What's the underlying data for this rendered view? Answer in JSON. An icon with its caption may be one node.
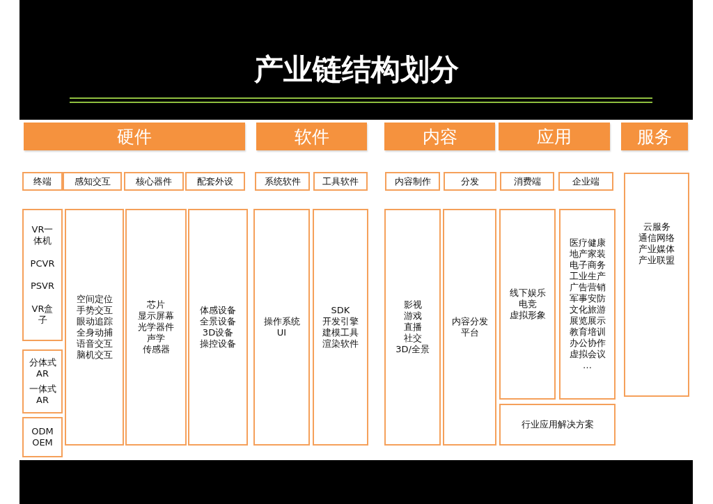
{
  "diagram": {
    "title": "产业链结构划分",
    "nodes": [
      {
        "text": [
          "硬件"
        ]
      },
      {
        "text": [
          "软件"
        ]
      },
      {
        "text": [
          "内容"
        ]
      },
      {
        "text": [
          "应用"
        ]
      },
      {
        "text": [
          "服务"
        ]
      },
      {
        "text": [
          "终端"
        ]
      },
      {
        "text": [
          "感知交互"
        ]
      },
      {
        "text": [
          "核心器件"
        ]
      },
      {
        "text": [
          "配套外设"
        ]
      },
      {
        "text": [
          "系统软件"
        ]
      },
      {
        "text": [
          "工具软件"
        ]
      },
      {
        "text": [
          "内容制作"
        ]
      },
      {
        "text": [
          "分发"
        ]
      },
      {
        "text": [
          "消费端"
        ]
      },
      {
        "text": [
          "企业端"
        ]
      },
      {
        "text": [
          "云服务",
          "通信网络",
          "产业媒体",
          "产业联盟"
        ]
      },
      {
        "text": [
          "VR一体机",
          "PCVR",
          "PSVR",
          "VR盒子"
        ]
      },
      {
        "text": [
          "空间定位",
          "手势交互",
          "眼动追踪",
          "全身动捕",
          "语音交互",
          "脑机交互"
        ]
      },
      {
        "text": [
          "芯片",
          "显示屏幕",
          "光学器件",
          "声学",
          "传感器"
        ]
      },
      {
        "text": [
          "体感设备",
          "全景设备",
          "3D设备",
          "操控设备"
        ]
      },
      {
        "text": [
          "操作系统",
          "UI"
        ]
      },
      {
        "text": [
          "SDK",
          "开发引擎",
          "建模工具",
          "渲染软件"
        ]
      },
      {
        "text": [
          "影视",
          "游戏",
          "直播",
          "社交",
          "3D/全景"
        ]
      },
      {
        "text": [
          "内容分发平台"
        ]
      },
      {
        "text": [
          "线下娱乐",
          "电竞",
          "虚拟形象"
        ]
      },
      {
        "text": [
          "医疗健康",
          "地产家装",
          "电子商务",
          "工业生产",
          "广告营销",
          "军事安防",
          "文化旅游",
          "展览展示",
          "教育培训",
          "办公协作",
          "虚拟会议",
          "…"
        ]
      },
      {
        "text": [
          "分体式AR",
          "一体式AR"
        ]
      },
      {
        "text": [
          "ODM",
          "OEM"
        ]
      },
      {
        "text": [
          "行业应用解决方案"
        ]
      }
    ]
  }
}
